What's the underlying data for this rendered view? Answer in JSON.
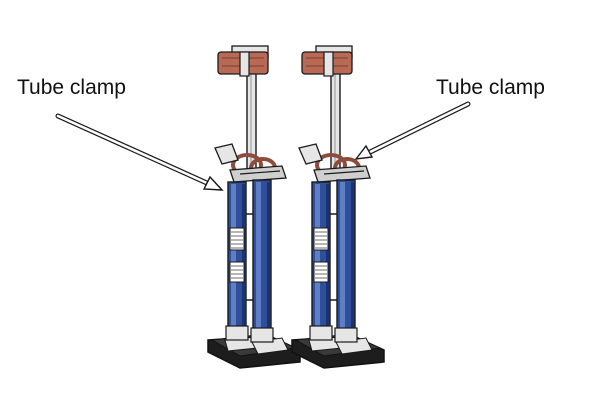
{
  "labels": {
    "left": "Tube clamp",
    "right": "Tube clamp"
  },
  "colors": {
    "tube_blue": "#2f4f9a",
    "tube_dark": "#1c3372",
    "tube_highlight": "#5f7fc4",
    "strap_red": "#b86a55",
    "metal_light": "#e6e6e6",
    "metal_mid": "#bdbdbd",
    "outline": "#1a1a1a",
    "foot_black": "#1d1d1d",
    "spring_gray": "#8a8a8a"
  },
  "icons": [
    "drywall-stilt-left",
    "drywall-stilt-right",
    "arrow-left",
    "arrow-right"
  ]
}
